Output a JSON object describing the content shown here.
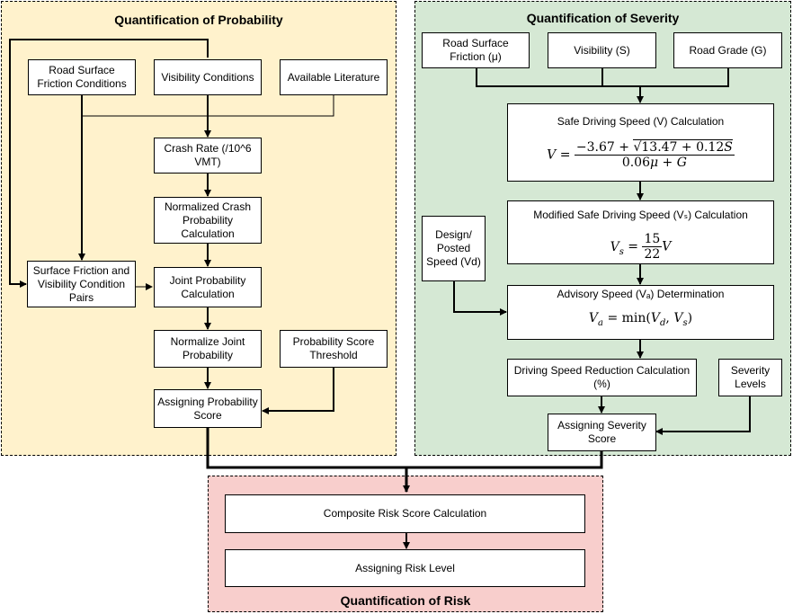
{
  "probability": {
    "title": "Quantification of Probability",
    "road_surface_friction": "Road Surface Friction Conditions",
    "visibility_conditions": "Visibility Conditions",
    "available_literature": "Available Literature",
    "crash_rate": "Crash Rate (/10^6 VMT)",
    "normalized_crash": "Normalized Crash Probability Calculation",
    "pairs": "Surface Friction and Visibility Condition Pairs",
    "joint_probability": "Joint Probability Calculation",
    "normalize_joint": "Normalize Joint Probability",
    "score_threshold": "Probability Score Threshold",
    "assigning_score": "Assigning Probability Score"
  },
  "severity": {
    "title": "Quantification of Severity",
    "road_friction": "Road Surface Friction (μ)",
    "visibility": "Visibility (S)",
    "road_grade": "Road Grade (G)",
    "safe_speed": "Safe Driving Speed (V) Calculation",
    "modified_speed": "Modified Safe Driving Speed (Vₛ) Calculation",
    "design_speed": "Design/ Posted Speed (Vd)",
    "advisory_speed": "Advisory Speed (Vₐ) Determination",
    "reduction": "Driving Speed Reduction Calculation (%)",
    "severity_levels": "Severity Levels",
    "assigning_score": "Assigning Severity Score"
  },
  "risk": {
    "title": "Quantification of Risk",
    "composite": "Composite Risk Score Calculation",
    "risk_level": "Assigning Risk Level"
  },
  "colors": {
    "probability_bg": "#fff2cc",
    "severity_bg": "#d5e8d4",
    "risk_bg": "#f8cecc"
  }
}
